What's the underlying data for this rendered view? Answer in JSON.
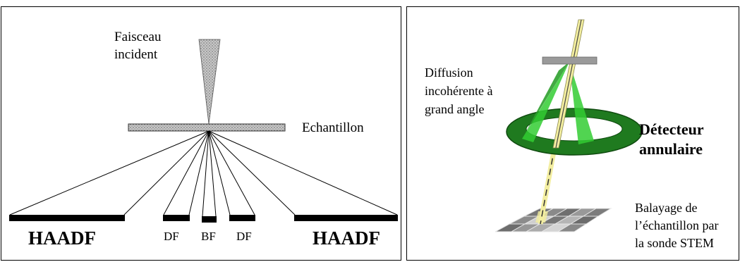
{
  "left_panel": {
    "beam_label": [
      "Faisceau",
      "incident"
    ],
    "sample_label": "Echantillon",
    "detectors": [
      "HAADF",
      "DF",
      "BF",
      "DF",
      "HAADF"
    ]
  },
  "right_panel": {
    "diffusion_label": [
      "Diffusion",
      "incohérente à",
      "grand angle"
    ],
    "detector_label": [
      "Détecteur",
      "annulaire"
    ],
    "scan_label": [
      "Balayage de",
      "l’échantillon par",
      "la sonde STEM"
    ]
  },
  "colors": {
    "detector_green": "#1f7a1f",
    "scatter_green": "#33cc33",
    "beam_yellow": "#f3eea0",
    "sample_gray": "#9a9a9a"
  }
}
